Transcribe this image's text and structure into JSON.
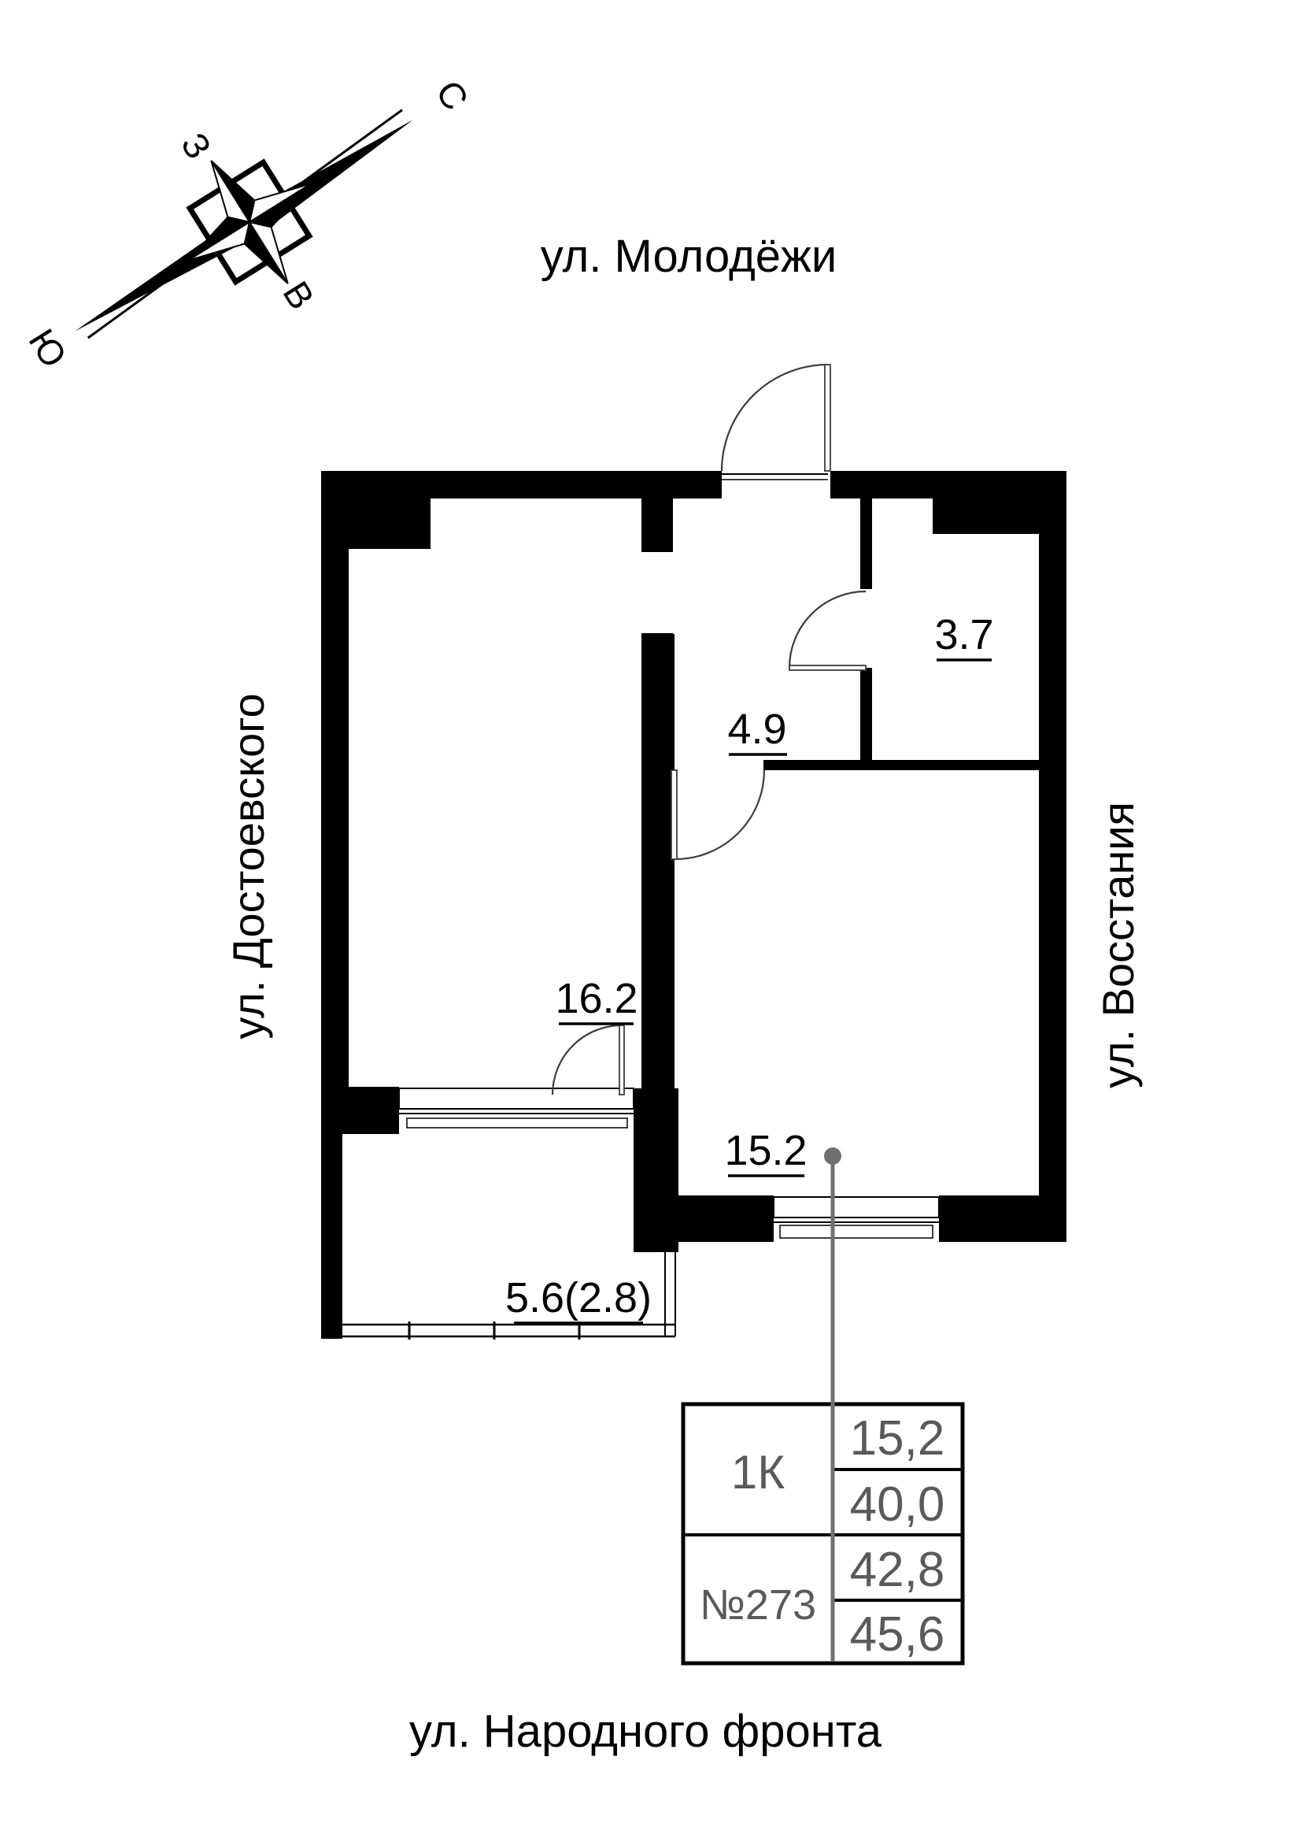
{
  "compass": {
    "north": "С",
    "south": "Ю",
    "west": "З",
    "east": "В"
  },
  "streets": {
    "top": "ул. Молодёжи",
    "left": "ул. Достоевского",
    "right": "ул. Восстания",
    "bottom": "ул. Народного фронта"
  },
  "rooms": {
    "bathroom": "3.7",
    "hallway": "4.9",
    "living_room": "16.2",
    "bedroom": "15.2",
    "balcony": "5.6(2.8)"
  },
  "info_table": {
    "apartment_type": "1К",
    "apartment_number": "№273",
    "values": [
      "15,2",
      "40,0",
      "42,8",
      "45,6"
    ]
  },
  "colors": {
    "walls": "#000000",
    "annotation": "#5a5a5a",
    "leader": "#707070"
  }
}
